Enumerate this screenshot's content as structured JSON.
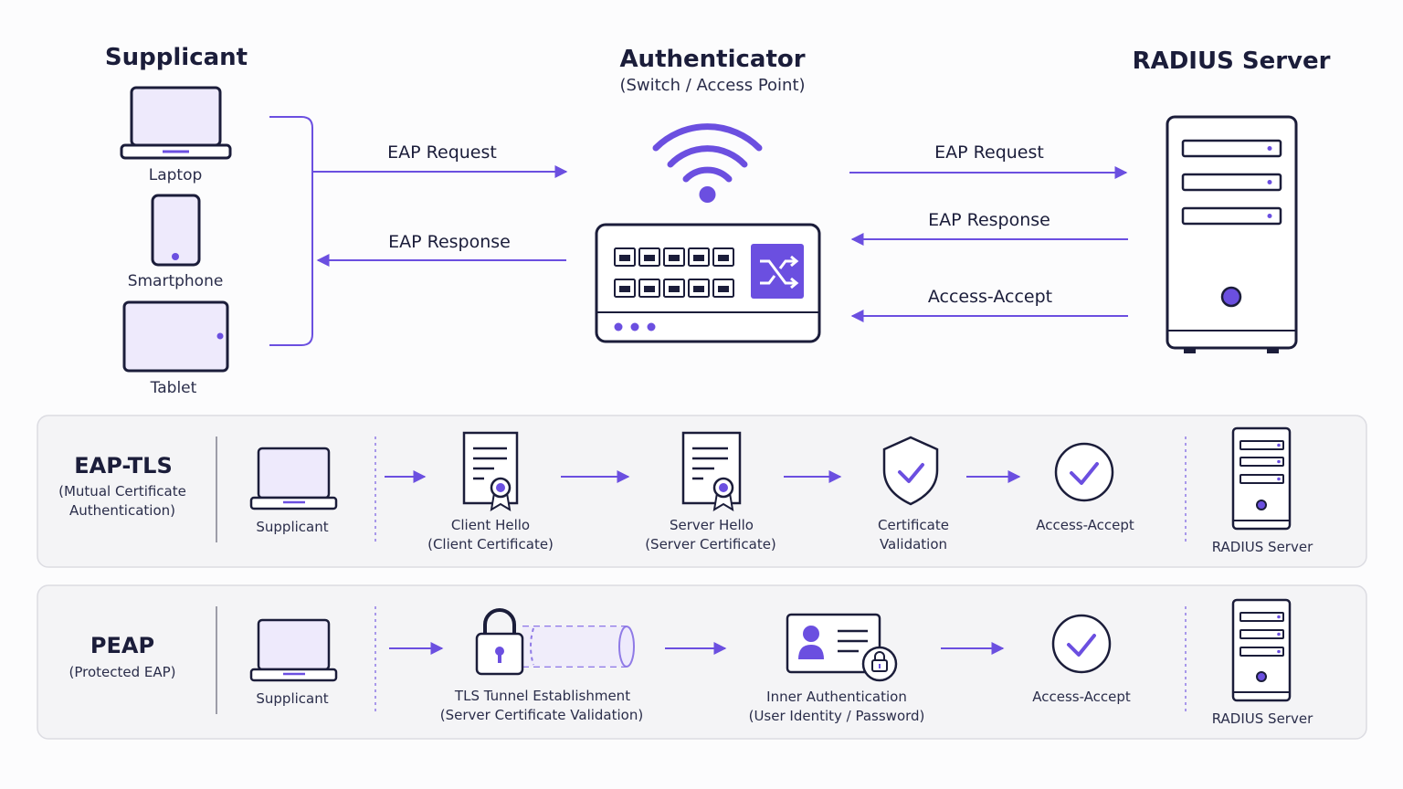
{
  "top": {
    "supplicant": {
      "title": "Supplicant",
      "devices": [
        "Laptop",
        "Smartphone",
        "Tablet"
      ]
    },
    "authenticator": {
      "title": "Authenticator",
      "subtitle": "(Switch / Access Point)"
    },
    "radius": {
      "title": "RADIUS Server"
    },
    "left_messages": {
      "request": "EAP Request",
      "response": "EAP Response"
    },
    "right_messages": {
      "request": "EAP Request",
      "response": "EAP Response",
      "accept": "Access-Accept"
    }
  },
  "eap_tls": {
    "title": "EAP-TLS",
    "subtitle_line1": "(Mutual Certificate",
    "subtitle_line2": "Authentication)",
    "supplicant": "Supplicant",
    "client_hello_1": "Client Hello",
    "client_hello_2": "(Client Certificate)",
    "server_hello_1": "Server Hello",
    "server_hello_2": "(Server Certificate)",
    "cert_val_1": "Certificate",
    "cert_val_2": "Validation",
    "accept": "Access-Accept",
    "radius": "RADIUS Server"
  },
  "peap": {
    "title": "PEAP",
    "subtitle": "(Protected EAP)",
    "supplicant": "Supplicant",
    "tunnel_1": "TLS Tunnel Establishment",
    "tunnel_2": "(Server Certificate Validation)",
    "inner_1": "Inner Authentication",
    "inner_2": "(User Identity / Password)",
    "accept": "Access-Accept",
    "radius": "RADIUS Server"
  },
  "colors": {
    "accent": "#6b4fe0",
    "ink": "#1b1d3a",
    "panel": "#f4f4f6",
    "screen": "#eeeafc"
  }
}
